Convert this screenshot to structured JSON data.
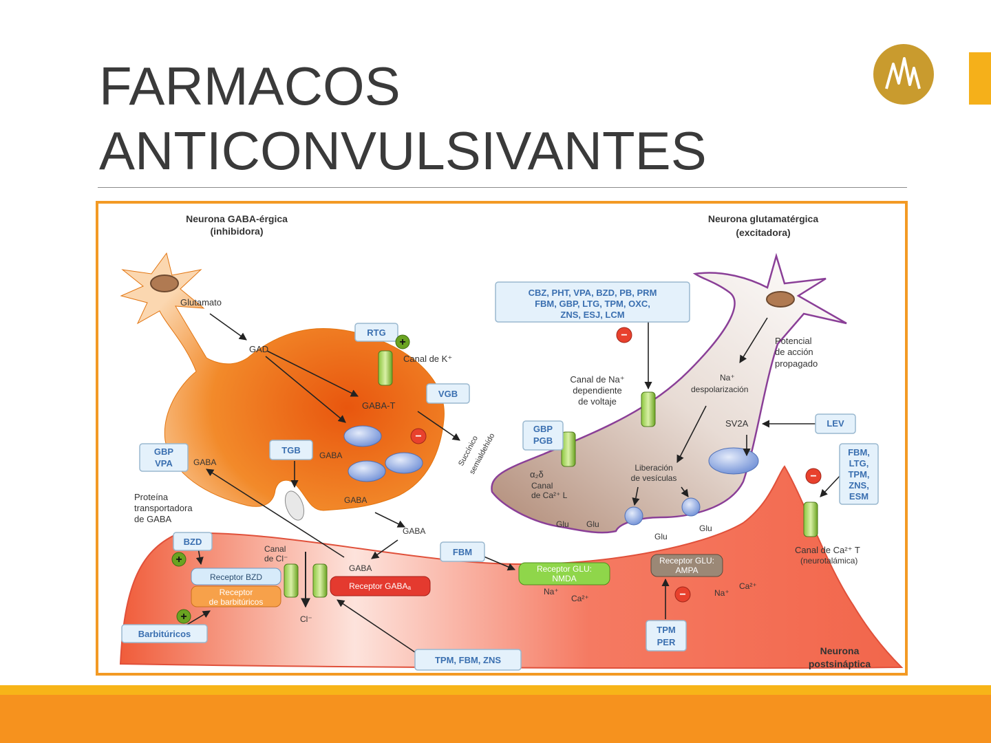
{
  "slide": {
    "title_line1": "FARMACOS",
    "title_line2": "ANTICONVULSIVANTES",
    "colors": {
      "accent_yellow": "#f5b01a",
      "accent_orange": "#f6921e",
      "frame": "#f39a24",
      "logo_gold": "#c99b2e"
    }
  },
  "diagram": {
    "gaba_neuron_title": "Neurona GABA-érgica",
    "gaba_neuron_sub": "(inhibidora)",
    "glu_neuron_title": "Neurona glutamatérgica",
    "glu_neuron_sub": "(excitadora)",
    "post_neuron_1": "Neurona",
    "post_neuron_2": "postsináptica",
    "glutamato": "Glutamato",
    "gad": "GAD",
    "gaba_t": "GABA-T",
    "canal_k": "Canal de K⁺",
    "succinic_1": "Succínico",
    "succinic_2": "semialdehído",
    "gaba_a": "GABA",
    "gaba_b": "GABA",
    "gaba_c": "GABA",
    "gaba_d": "GABA",
    "gaba_e": "GABA",
    "protein_1": "Proteína",
    "protein_2": "transportadora",
    "protein_3": "de GABA",
    "canal_cl_1": "Canal",
    "canal_cl_2": "de Cl⁻",
    "cl_ion": "Cl⁻",
    "receptor_bzd": "Receptor BZD",
    "receptor_barb_1": "Receptor",
    "receptor_barb_2": "de barbitúricos",
    "receptor_gaba_a": "Receptor GABAₐ",
    "receptor_nmda_1": "Receptor GLU:",
    "receptor_nmda_2": "NMDA",
    "receptor_ampa_1": "Receptor GLU:",
    "receptor_ampa_2": "AMPA",
    "na_1": "Na⁺",
    "ca_1": "Ca²⁺",
    "na_2": "Na⁺",
    "ca_2": "Ca²⁺",
    "canal_na_1": "Canal de Na⁺",
    "canal_na_2": "dependiente",
    "canal_na_3": "de voltaje",
    "potencial_1": "Potencial",
    "potencial_2": "de acción",
    "potencial_3": "propagado",
    "na_depol_1": "Na⁺",
    "na_depol_2": "despolarización",
    "sv2a": "SV2A",
    "a2d": "α₂δ",
    "canal_ca_l_1": "Canal",
    "canal_ca_l_2": "de Ca²⁺ L",
    "liberacion_1": "Liberación",
    "liberacion_2": "de vesículas",
    "glu_1": "Glu",
    "glu_2": "Glu",
    "glu_3": "Glu",
    "glu_4": "Glu",
    "canal_ca_t_1": "Canal de Ca²⁺ T",
    "canal_ca_t_2": "(neurotalámica)",
    "drugs_na_1": "CBZ, PHT, VPA, BZD, PB, PRM",
    "drugs_na_2": "FBM, GBP, LTG, TPM, OXC,",
    "drugs_na_3": "ZNS, ESJ, LCM",
    "rtg": "RTG",
    "vgb": "VGB",
    "tgb": "TGB",
    "gbp_vpa_1": "GBP",
    "gbp_vpa_2": "VPA",
    "bzd": "BZD",
    "barbituricos": "Barbitúricos",
    "fbm": "FBM",
    "tpm_fbm_zns": "TPM, FBM, ZNS",
    "tpm_per_1": "TPM",
    "tpm_per_2": "PER",
    "gbp_pgb_1": "GBP",
    "gbp_pgb_2": "PGB",
    "lev": "LEV",
    "fbm_list_1": "FBM,",
    "fbm_list_2": "LTG,",
    "fbm_list_3": "TPM,",
    "fbm_list_4": "ZNS,",
    "fbm_list_5": "ESM",
    "plus": "+",
    "minus": "−"
  }
}
